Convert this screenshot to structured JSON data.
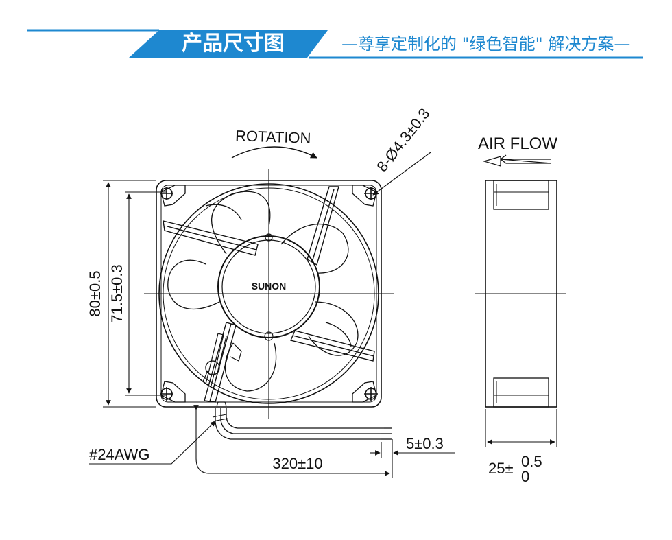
{
  "header": {
    "title": "产品尺寸图",
    "subtitle": "—尊享定制化的 \"绿色智能\" 解决方案—"
  },
  "colors": {
    "accent": "#1e88d0",
    "line": "#111111",
    "background": "#ffffff"
  },
  "drawing": {
    "rotation_label": "ROTATION",
    "hole_label": "8-Ø4.3±0.3",
    "airflow_label": "AIR FLOW",
    "brand_label": "SUNON",
    "height_outer_label": "80±0.5",
    "height_inner_label": "71.5±0.3",
    "wire_gauge_label": "#24AWG",
    "wire_strip_label": "5±0.3",
    "wire_length_label": "320±10",
    "depth_label_main": "25±",
    "depth_tol_upper": "0.5",
    "depth_tol_lower": "0"
  }
}
